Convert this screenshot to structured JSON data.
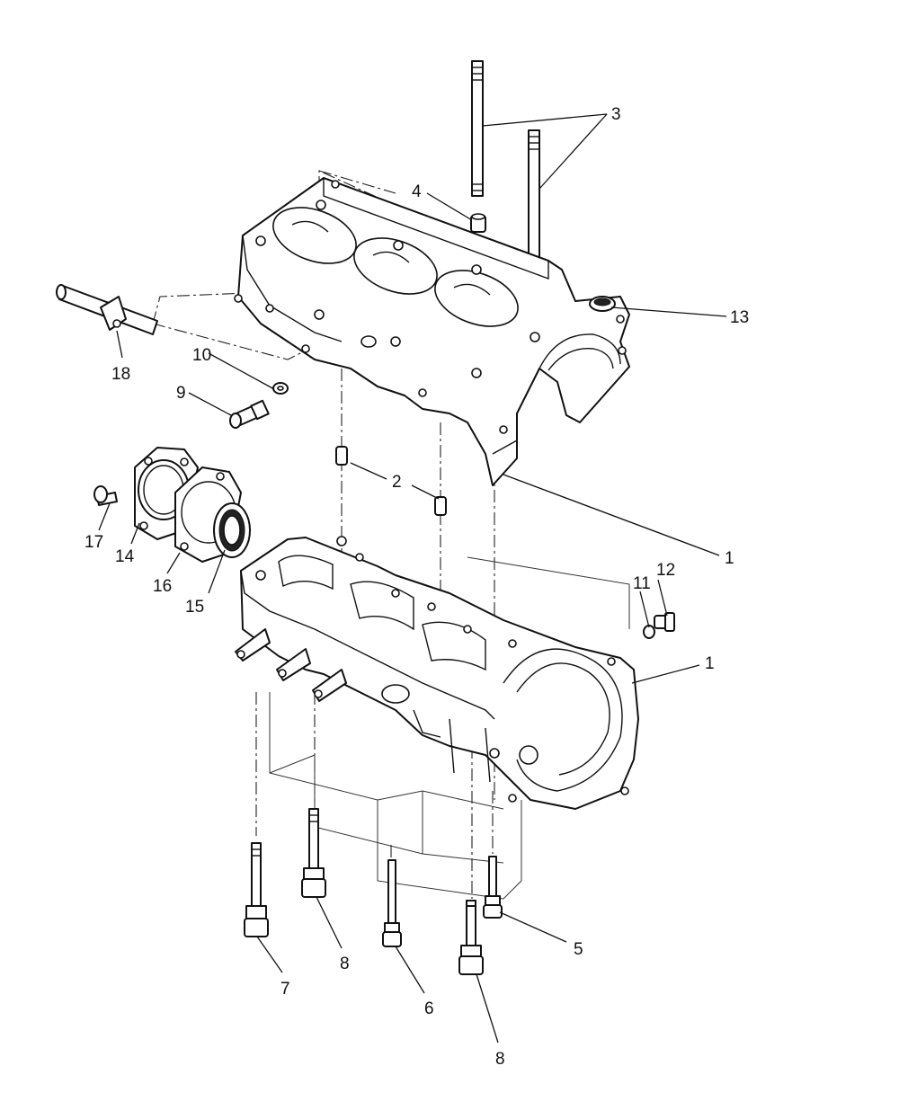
{
  "callouts": [
    {
      "id": "c1a",
      "text": "1"
    },
    {
      "id": "c1b",
      "text": "1"
    },
    {
      "id": "c2",
      "text": "2"
    },
    {
      "id": "c3",
      "text": "3"
    },
    {
      "id": "c4",
      "text": "4"
    },
    {
      "id": "c5",
      "text": "5"
    },
    {
      "id": "c6",
      "text": "6"
    },
    {
      "id": "c7",
      "text": "7"
    },
    {
      "id": "c8a",
      "text": "8"
    },
    {
      "id": "c8b",
      "text": "8"
    },
    {
      "id": "c9",
      "text": "9"
    },
    {
      "id": "c10",
      "text": "10"
    },
    {
      "id": "c11",
      "text": "11"
    },
    {
      "id": "c12",
      "text": "12"
    },
    {
      "id": "c13",
      "text": "13"
    },
    {
      "id": "c14",
      "text": "14"
    },
    {
      "id": "c15",
      "text": "15"
    },
    {
      "id": "c16",
      "text": "16"
    },
    {
      "id": "c17",
      "text": "17"
    },
    {
      "id": "c18",
      "text": "18"
    }
  ],
  "colors": {
    "line": "#111111",
    "background": "#ffffff"
  }
}
